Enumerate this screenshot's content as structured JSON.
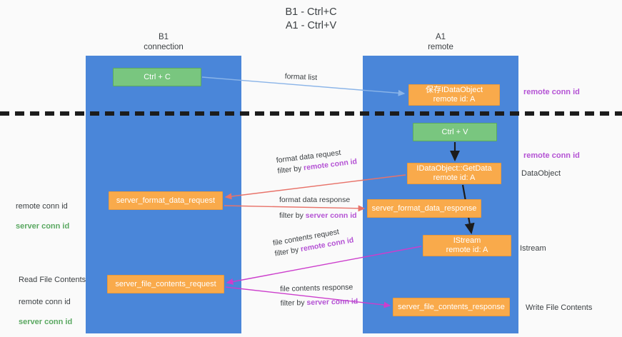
{
  "page": {
    "title": "B1 - Ctrl+C\nA1 - Ctrl+V",
    "background_color": "#fafafa"
  },
  "colors": {
    "lane": "#4a86d9",
    "node_green": "#79c67f",
    "node_orange": "#f9aa4b",
    "accent_purple": "#b452d4",
    "accent_green": "#5aa861",
    "arrow_blue": "#8ab4e8",
    "arrow_red": "#e8736a",
    "arrow_magenta": "#cc3ecc",
    "arrow_black": "#1c1c1c",
    "divider": "#1c1c1c"
  },
  "lanes": [
    {
      "id": "b1",
      "title": "B1\nconnection"
    },
    {
      "id": "a1",
      "title": "A1\nremote"
    }
  ],
  "nodes": {
    "ctrl_c": "Ctrl + C",
    "ctrl_v": "Ctrl + V",
    "save_dataobject": "保存IDataObject\nremote id: A",
    "get_data": "IDataObject::GetData\nremote id: A",
    "server_format_data_request": "server_format_data_request",
    "server_format_data_response": "server_format_data_response",
    "istream": "IStream\nremote id: A",
    "server_file_contents_request": "server_file_contents_request",
    "server_file_contents_response": "server_file_contents_response"
  },
  "edges": {
    "format_list": "format list",
    "format_data_request": "format data request",
    "format_data_request_filter_prefix": "filter by ",
    "format_data_request_filter_key": "remote conn id",
    "format_data_response": "format data response",
    "format_data_response_filter_prefix": "filter by ",
    "format_data_response_filter_key": "server conn id",
    "file_contents_request": "file contents request",
    "file_contents_request_filter_prefix": "filter by ",
    "file_contents_request_filter_key": "remote conn id",
    "file_contents_response": "file contents response",
    "file_contents_response_filter_prefix": "filter by ",
    "file_contents_response_filter_key": "server conn id"
  },
  "annotations": {
    "remote_conn_id_top": "remote conn id",
    "remote_conn_id_mid": "remote conn id",
    "dataobject": "DataObject",
    "istream": "Istream",
    "write_file_contents": "Write File Contents",
    "read_file_contents": "Read File Contents",
    "left_remote_conn_id": "remote conn id",
    "left_server_conn_id": "server conn id",
    "left_remote_conn_id_2": "remote conn id",
    "left_server_conn_id_2": "server conn id"
  }
}
